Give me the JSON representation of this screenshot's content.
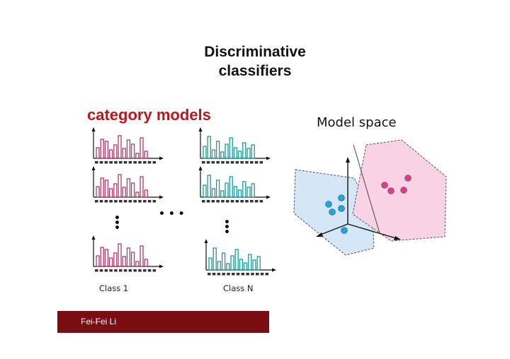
{
  "title": "Discriminative\nclassifiers",
  "category_models_label": "category models",
  "model_space_label": "Model space",
  "class_labels": [
    "Class 1",
    "Class N"
  ],
  "footer": {
    "author": "Fei-Fei Li"
  },
  "colors": {
    "accent_red": "#c0141d",
    "class1_bars": "#b03a6b",
    "classN_bars": "#1a9a9a",
    "blue_region": "#d5e6f6",
    "pink_region": "#f9d3e5",
    "blue_point": "#1ea4dc",
    "pink_point": "#e23a8e",
    "footer_bar": "#7a0d12"
  },
  "class1_histogram": [
    0.45,
    0.8,
    0.7,
    0.35,
    0.55,
    0.95,
    0.4,
    0.75,
    0.6,
    0.2,
    0.85,
    0.3
  ],
  "classN_histogram": [
    0.5,
    0.9,
    0.35,
    0.7,
    0.25,
    0.6,
    0.85,
    0.45,
    0.3,
    0.65,
    0.4,
    0.55
  ]
}
